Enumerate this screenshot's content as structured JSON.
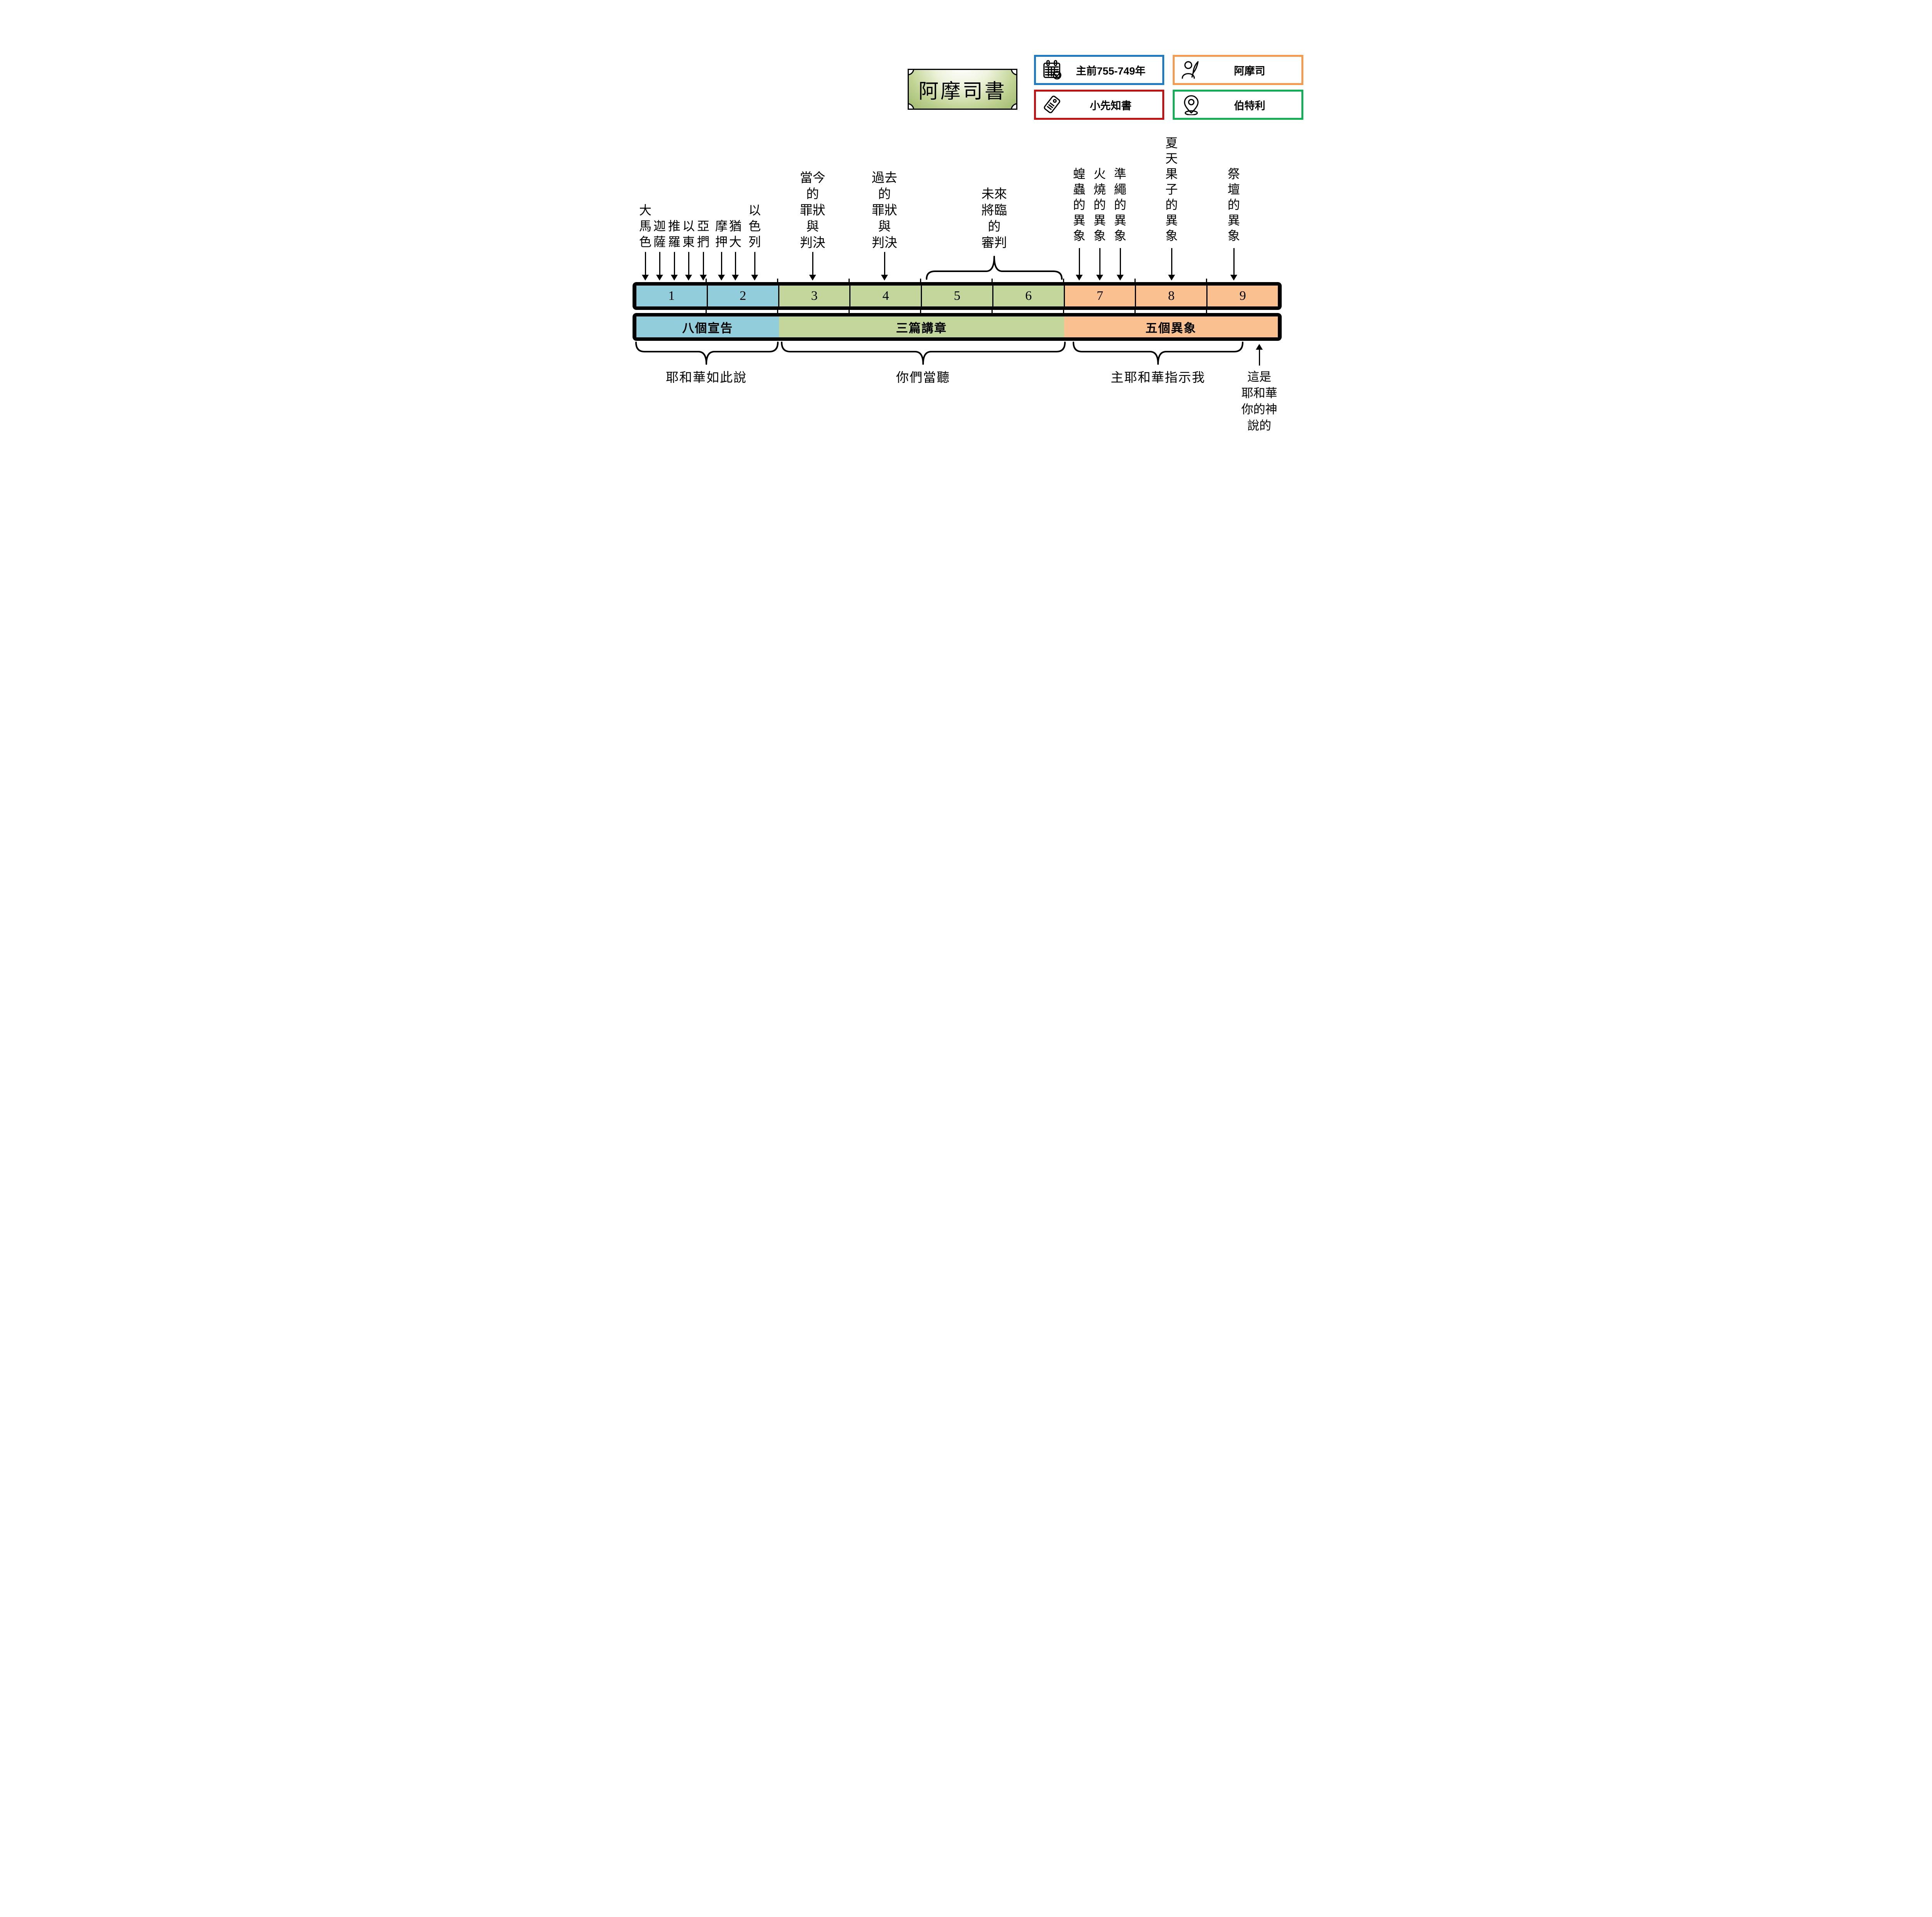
{
  "title": "阿摩司書",
  "info": {
    "date": {
      "label": "主前755-749年",
      "icon": "calendar-check-icon",
      "border_color": "#1F7AC4"
    },
    "author": {
      "label": "阿摩司",
      "icon": "prophet-quill-icon",
      "border_color": "#F79A4B"
    },
    "category": {
      "label": "小先知書",
      "icon": "tag-icon",
      "border_color": "#C21111"
    },
    "location": {
      "label": "伯特利",
      "icon": "location-pin-icon",
      "border_color": "#12B055"
    }
  },
  "timeline": {
    "chapters": [
      "1",
      "2",
      "3",
      "4",
      "5",
      "6",
      "7",
      "8",
      "9"
    ],
    "sections": [
      {
        "label": "八個宣告",
        "chapters": "1-2",
        "color": "#92CDDC"
      },
      {
        "label": "三篇講章",
        "chapters": "3-6",
        "color": "#C3D69B"
      },
      {
        "label": "五個異象",
        "chapters": "7-9",
        "color": "#FAC090"
      }
    ]
  },
  "oracle_nations": [
    "大馬色",
    "迦薩",
    "推羅",
    "以東",
    "亞捫",
    "摩押",
    "猶大",
    "以色列"
  ],
  "sermons": [
    {
      "lines": [
        "當今",
        "的",
        "罪狀",
        "與",
        "判決"
      ]
    },
    {
      "lines": [
        "過去",
        "的",
        "罪狀",
        "與",
        "判決"
      ]
    },
    {
      "lines": [
        "未來",
        "將臨",
        "的",
        "審判"
      ]
    }
  ],
  "visions": [
    "蝗蟲的異象",
    "火燒的異象",
    "準繩的異象",
    "夏天果子的異象",
    "祭壇的異象"
  ],
  "bottom_phrases": [
    "耶和華如此說",
    "你們當聽",
    "主耶和華指示我"
  ],
  "closing": {
    "lines": [
      "這是",
      "耶和華",
      "你的神",
      "說的"
    ]
  }
}
